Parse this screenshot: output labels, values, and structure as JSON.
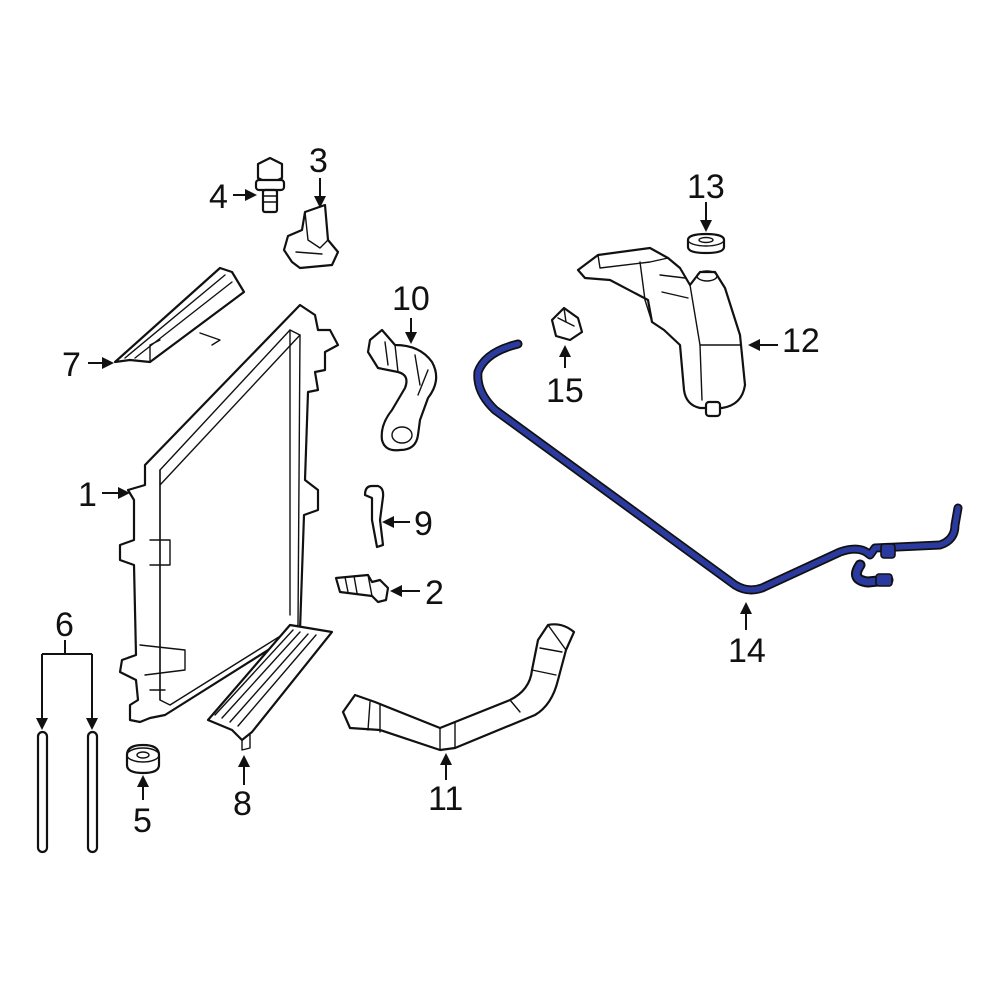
{
  "diagram": {
    "highlight_color": "#2b3a9e",
    "outline_color": "#111111",
    "background_color": "#ffffff",
    "callouts": [
      {
        "id": "c1",
        "label": "1"
      },
      {
        "id": "c2",
        "label": "2"
      },
      {
        "id": "c3",
        "label": "3"
      },
      {
        "id": "c4",
        "label": "4"
      },
      {
        "id": "c5",
        "label": "5"
      },
      {
        "id": "c6",
        "label": "6"
      },
      {
        "id": "c7",
        "label": "7"
      },
      {
        "id": "c8",
        "label": "8"
      },
      {
        "id": "c9",
        "label": "9"
      },
      {
        "id": "c10",
        "label": "10"
      },
      {
        "id": "c11",
        "label": "11"
      },
      {
        "id": "c12",
        "label": "12"
      },
      {
        "id": "c13",
        "label": "13"
      },
      {
        "id": "c14",
        "label": "14"
      },
      {
        "id": "c15",
        "label": "15"
      }
    ],
    "highlighted_part": "14"
  }
}
